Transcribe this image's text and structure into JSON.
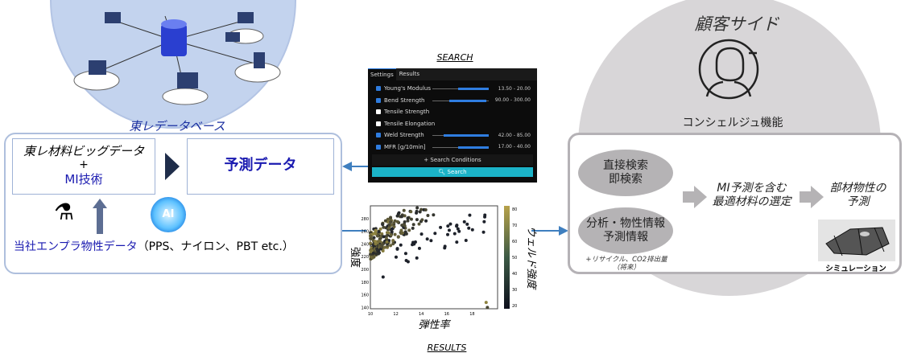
{
  "left": {
    "database_title": "東レデータベース",
    "bigdata_line1": "東レ材料ビッグデータ",
    "plus": "+",
    "mi_tech": "MI技術",
    "prediction_data": "予測データ",
    "ai_badge": "AI",
    "own_data_label": "当社エンプラ物性データ",
    "own_data_examples": "（PPS、ナイロン、PBT  etc.）"
  },
  "search": {
    "caption": "SEARCH",
    "tabs": [
      "Settings",
      "Results"
    ],
    "rows": [
      {
        "label": "Young's Modulus",
        "checked": true,
        "range": "13.50 - 20.00",
        "fill": [
          0.45,
          1.0
        ]
      },
      {
        "label": "Bend Strength",
        "checked": true,
        "range": "90.00 - 300.00",
        "fill": [
          0.3,
          0.95
        ]
      },
      {
        "label": "Tensile Strength",
        "checked": false
      },
      {
        "label": "Tensile Elongation",
        "checked": false
      },
      {
        "label": "Weld Strength",
        "checked": true,
        "range": "42.00 - 85.00",
        "fill": [
          0.2,
          1.0
        ]
      },
      {
        "label": "MFR [g/10min]",
        "checked": true,
        "range": "17.00 - 40.00",
        "fill": [
          0.45,
          1.0
        ]
      }
    ],
    "add_conditions": "+ Search Conditions",
    "search_button": "Search",
    "accent": "#1bb3c8"
  },
  "results": {
    "caption": "RESULTS",
    "chart_data": {
      "type": "scatter",
      "xlabel": "弾性率",
      "ylabel": "強度",
      "colorbar_label": "ウェルド強度",
      "xlim": [
        10,
        20
      ],
      "ylim": [
        138,
        300
      ],
      "x_ticks": [
        "10",
        "12",
        "14",
        "16",
        "18"
      ],
      "y_ticks": [
        "140",
        "160",
        "180",
        "200",
        "220",
        "240",
        "260",
        "280"
      ],
      "colorbar_ticks": [
        "20",
        "30",
        "40",
        "50",
        "60",
        "70",
        "80"
      ],
      "colorbar_range": [
        18,
        82
      ]
    }
  },
  "right": {
    "title": "顧客サイド",
    "concierge": "コンシェルジュ機能",
    "oval1": [
      "直接検索",
      "即検索"
    ],
    "oval2": [
      "分析・物性情報",
      "予測情報"
    ],
    "note1": "+リサイクル、CO2排出量",
    "note2": "（将来）",
    "step1": [
      "MI予測を含む",
      "最適材料の選定"
    ],
    "step2": [
      "部材物性の",
      "予測"
    ],
    "simulation": "シミュレーション"
  }
}
